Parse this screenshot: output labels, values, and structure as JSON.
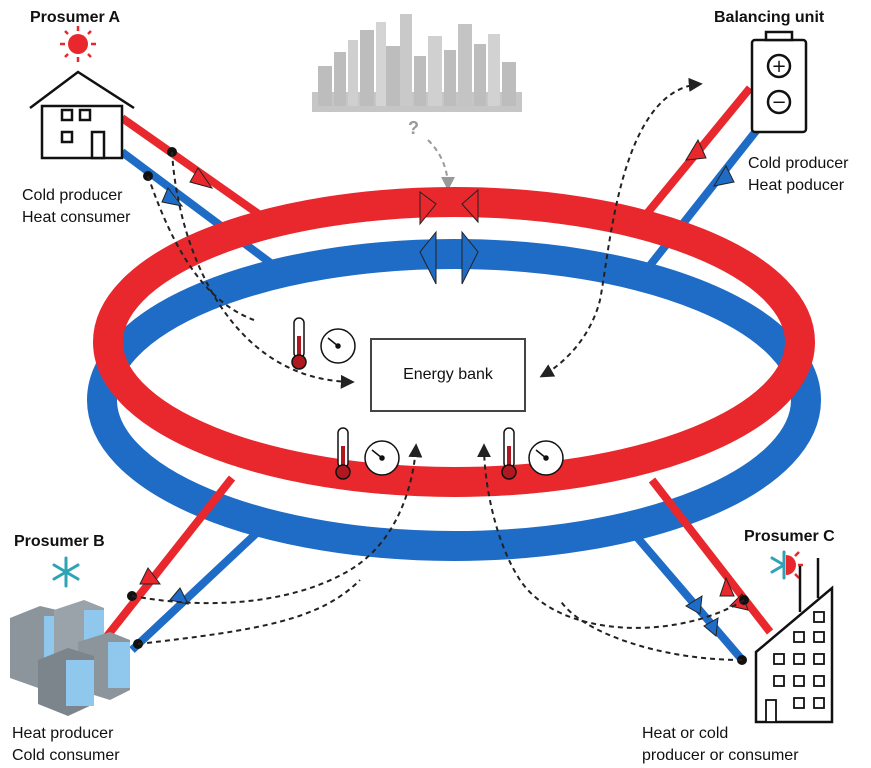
{
  "colors": {
    "hot": "#e8282d",
    "cold": "#1f6cc6",
    "city": "#b9b9b9",
    "arrow": "#222222",
    "server": "#9aa2aa",
    "server_light": "#8fc8ec",
    "snow": "#2ea3b6"
  },
  "center": {
    "label": "Energy bank",
    "question": "?"
  },
  "prosumer_a": {
    "title": "Prosumer A",
    "role_line1": "Cold producer",
    "role_line2": "Heat consumer",
    "icon": "sun-icon"
  },
  "balancing_unit": {
    "title": "Balancing unit",
    "role_line1": "Cold producer",
    "role_line2": "Heat poducer",
    "plus": "+",
    "minus": "−",
    "icon": "battery-icon"
  },
  "prosumer_b": {
    "title": "Prosumer B",
    "role_line1": "Heat producer",
    "role_line2": "Cold consumer",
    "icon": "snowflake-icon"
  },
  "prosumer_c": {
    "title": "Prosumer C",
    "role_line1": "Heat or cold",
    "role_line2": "producer or consumer",
    "icon": "snow-sun-icon"
  }
}
